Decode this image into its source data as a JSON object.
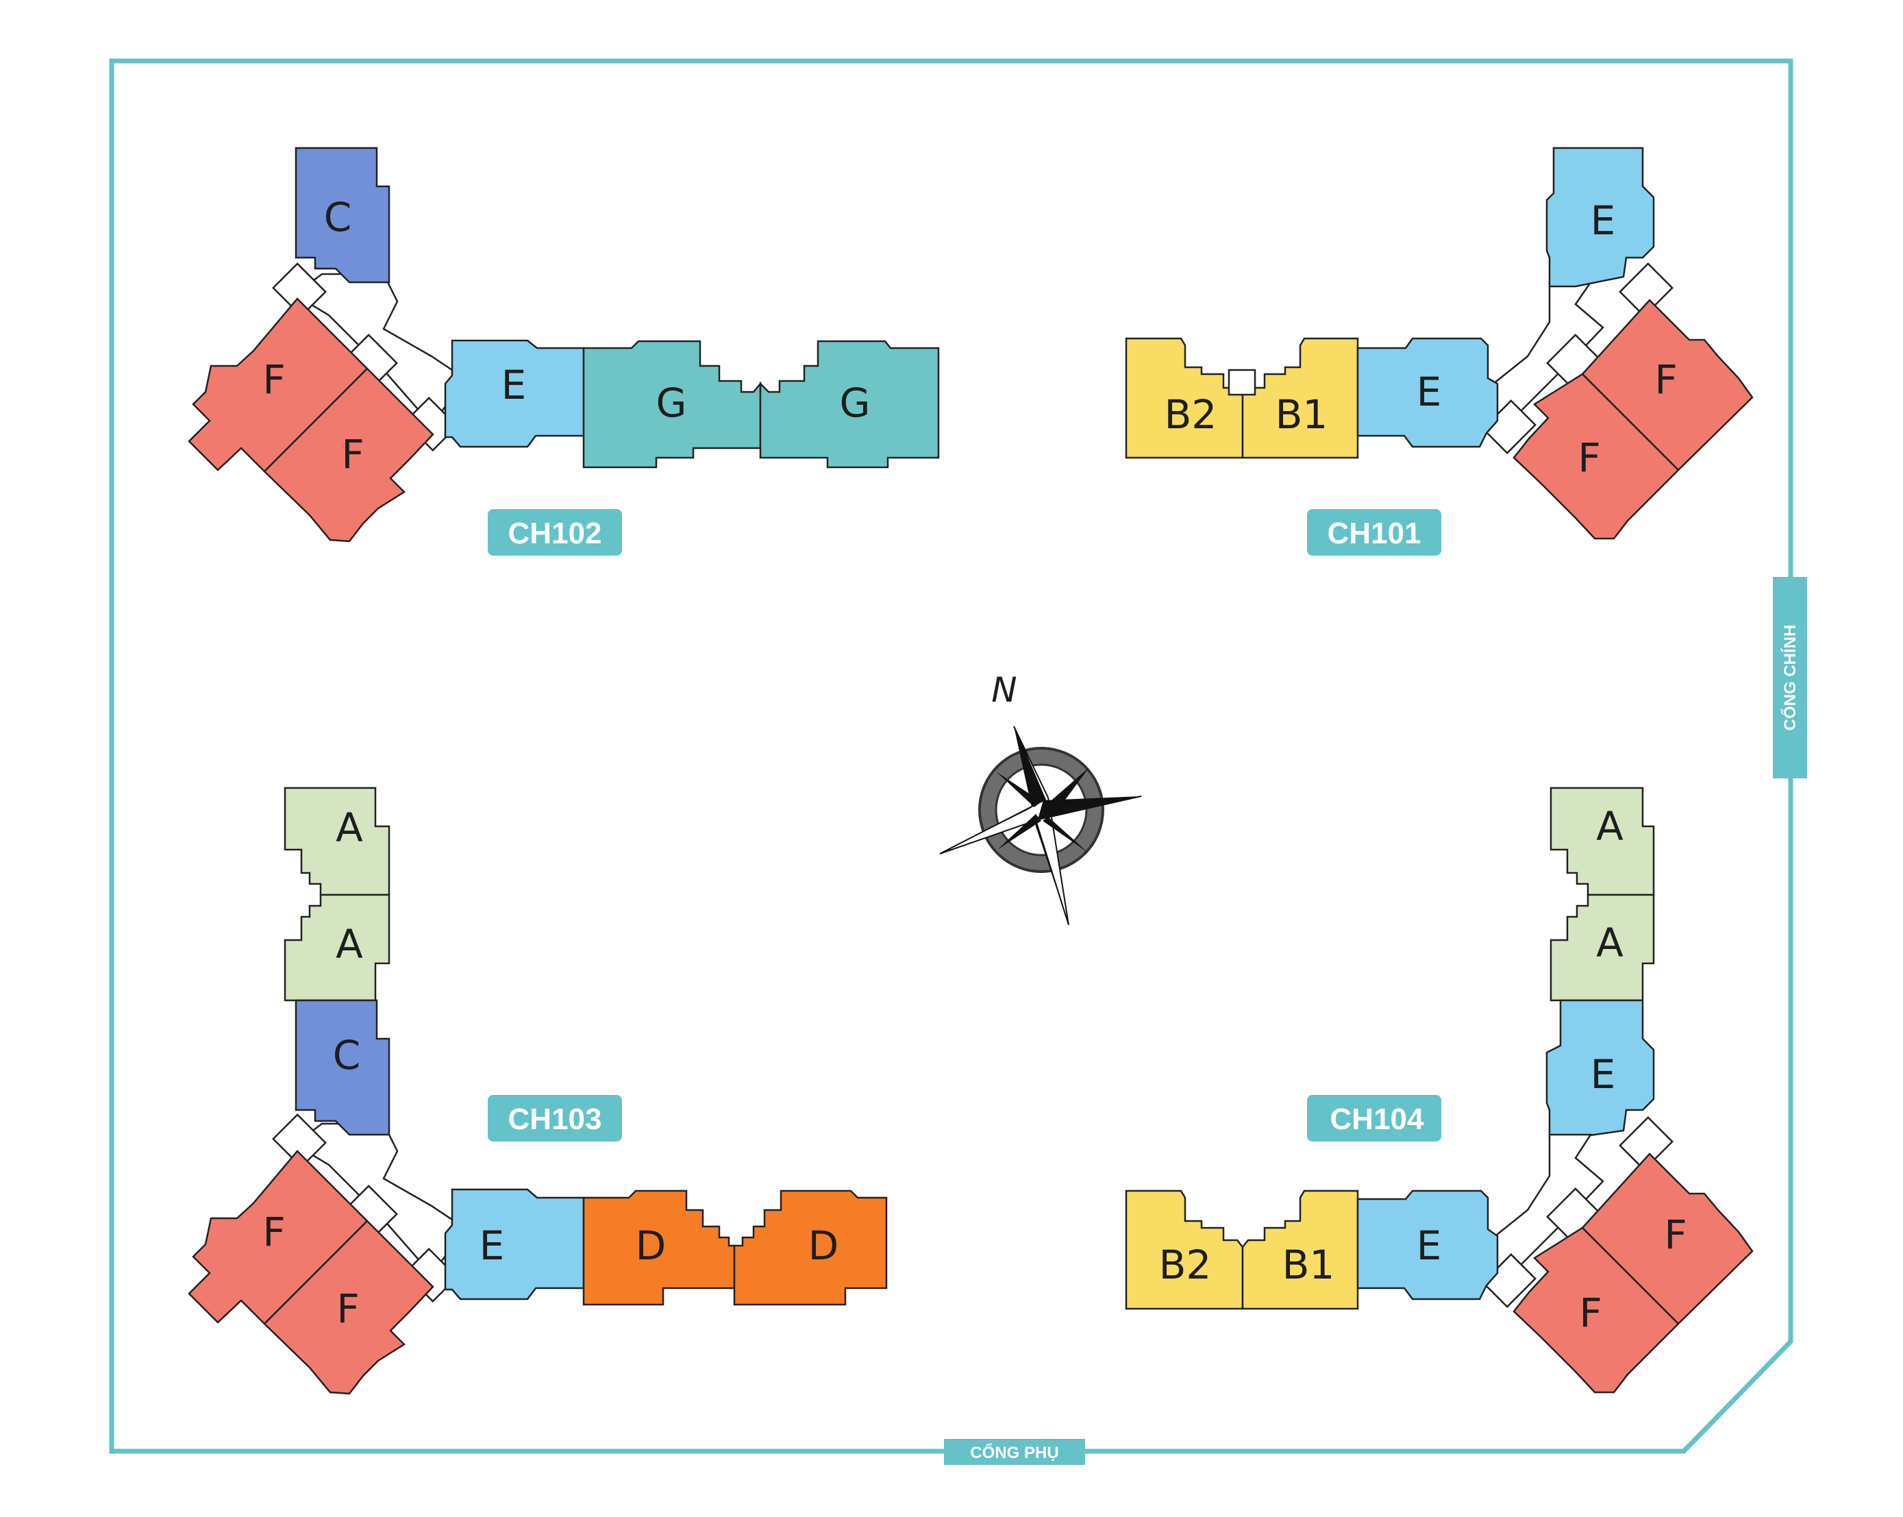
{
  "colors": {
    "boundary": "#64c2c8",
    "A": "#d5e5c2",
    "B": "#f8dc64",
    "C": "#7190d8",
    "D": "#f47d26",
    "E": "#87cfee",
    "F": "#f07a6e",
    "G": "#6fc5c5",
    "connector": "#ffffff",
    "outline": "#222222"
  },
  "towers": {
    "ch102": {
      "label": "CH102",
      "units": {
        "c": "C",
        "f1": "F",
        "f2": "F",
        "e": "E",
        "g1": "G",
        "g2": "G"
      }
    },
    "ch101": {
      "label": "CH101",
      "units": {
        "b2": "B2",
        "b1": "B1",
        "e1": "E",
        "e2": "E",
        "f1": "F",
        "f2": "F"
      }
    },
    "ch103": {
      "label": "CH103",
      "units": {
        "a1": "A",
        "a2": "A",
        "c": "C",
        "f1": "F",
        "f2": "F",
        "e": "E",
        "d1": "D",
        "d2": "D"
      }
    },
    "ch104": {
      "label": "CH104",
      "units": {
        "a1": "A",
        "a2": "A",
        "e1": "E",
        "b2": "B2",
        "b1": "B1",
        "e2": "E",
        "f1": "F",
        "f2": "F"
      }
    }
  },
  "gates": {
    "main": "CỔNG CHÍNH",
    "side": "CỔNG PHỤ"
  },
  "compass": {
    "north_label": "N"
  }
}
